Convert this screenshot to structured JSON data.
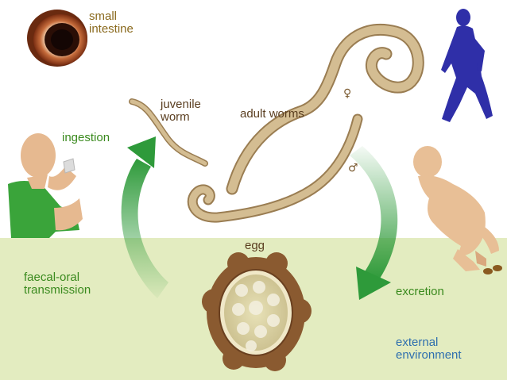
{
  "labels": {
    "small_intestine": "small\nintestine",
    "juvenile_worm": "juvenile\nworm",
    "adult_worms": "adult worms",
    "female_symbol": "♀",
    "male_symbol": "♂",
    "ingestion": "ingestion",
    "egg": "egg",
    "faecal_oral": "faecal-oral\ntransmission",
    "excretion": "excretion",
    "external_environment": "external\nenvironment"
  },
  "colors": {
    "environment_band": "#e3ecc0",
    "arrow_green": "#2e9a3a",
    "worm_body": "#cbb48a",
    "worm_outline": "#9a7d52",
    "egg_shell": "#8a5a30",
    "egg_inner": "#d8cfa0",
    "human_silhouette": "#2f2fa8",
    "skin": "#e6b990",
    "shirt": "#3aa43a"
  },
  "icons": {
    "intestine": "intestine-cross-section-icon",
    "walking_person": "walking-person-icon",
    "drinking_person": "drinking-person-icon",
    "squatting_person": "squatting-person-icon"
  }
}
